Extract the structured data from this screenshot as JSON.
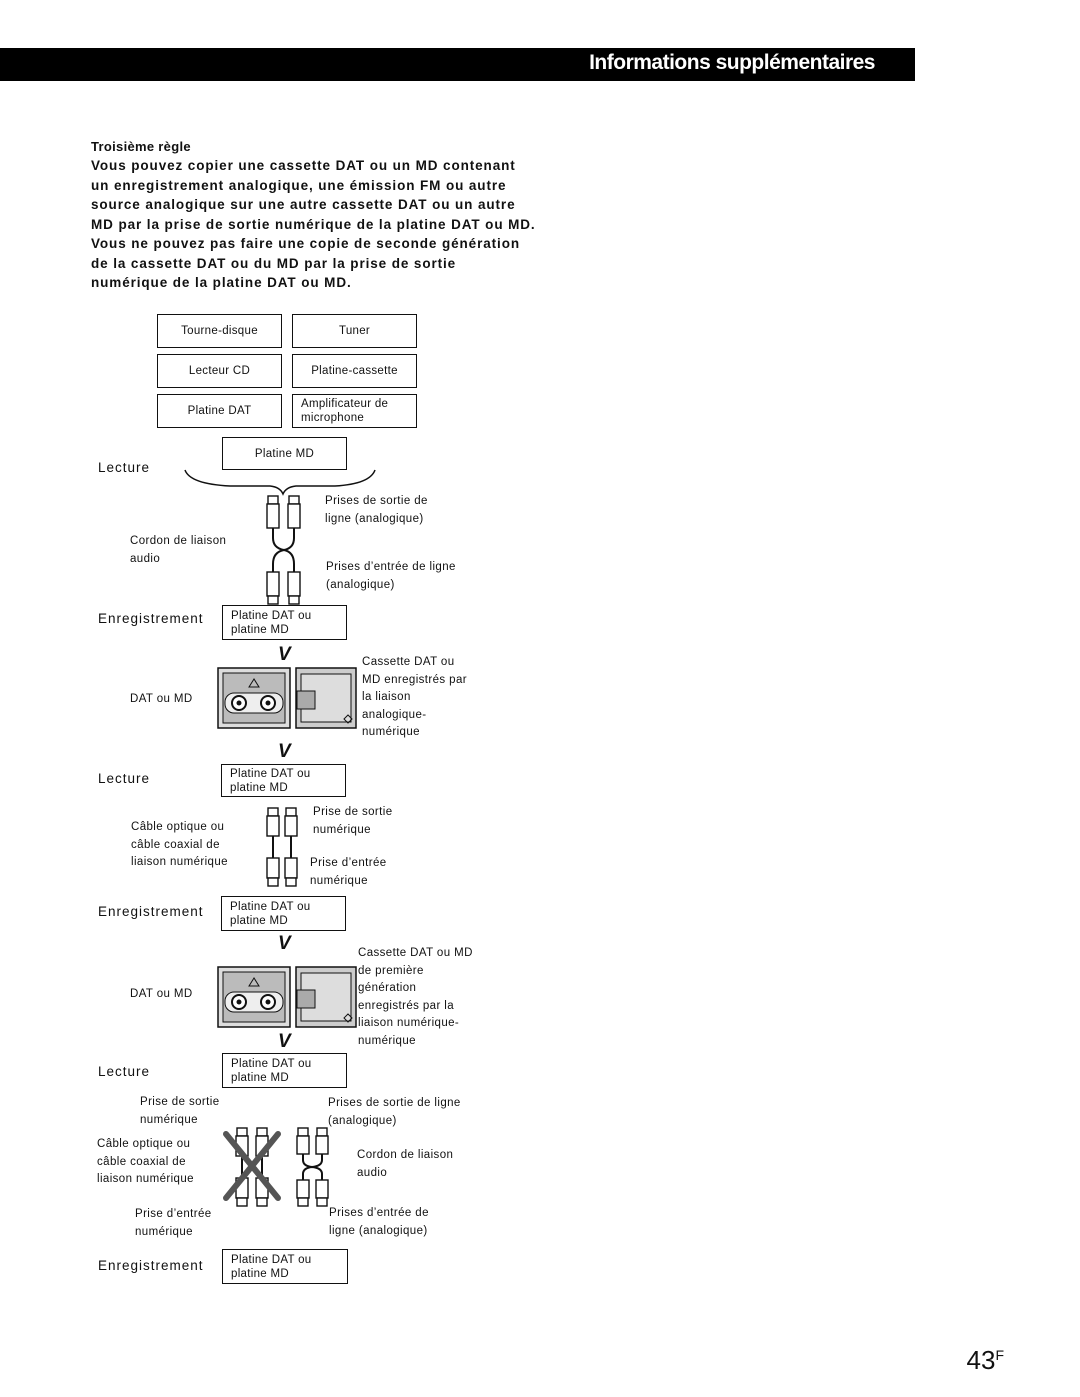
{
  "header": {
    "title": "Informations supplémentaires"
  },
  "rule": {
    "title": "Troisième règle",
    "body": "Vous pouvez copier une cassette DAT ou un MD contenant un enregistrement analogique, une émission FM ou autre source analogique sur une autre cassette DAT ou un autre MD par la prise de sortie numérique de la platine DAT ou MD. Vous ne pouvez pas faire une copie de seconde génération de la cassette DAT ou du MD par la prise de sortie numérique de la platine DAT ou MD."
  },
  "sources": {
    "turntable": "Tourne-disque",
    "tuner": "Tuner",
    "cd": "Lecteur CD",
    "cassette": "Platine-cassette",
    "dat": "Platine DAT",
    "mic_amp": "Amplificateur de microphone",
    "md": "Platine MD"
  },
  "labels": {
    "lecture": "Lecture",
    "enregistrement": "Enregistrement",
    "platine_dat_md": "Platine DAT ou platine MD",
    "dat_ou_md": "DAT ou MD",
    "arrow": "V",
    "analog_out": "Prises de sortie de ligne (analogique)",
    "analog_in": "Prises d’entrée de ligne (analogique)",
    "audio_cord": "Cordon de liaison audio",
    "recorded_media_1": "Cassette DAT ou MD enregistrés par la liaison analogique-numérique",
    "digital_cable": "Câble optique ou câble coaxial de liaison numérique",
    "digital_out": "Prise de sortie numérique",
    "digital_in": "Prise d’entrée numérique",
    "recorded_media_2": "Cassette DAT ou MD de première génération enregistrés par la liaison numérique-numérique",
    "analog_out_line": "Prises de sortie de ligne (analogique)"
  },
  "page": {
    "number": "43",
    "suffix": "F"
  }
}
